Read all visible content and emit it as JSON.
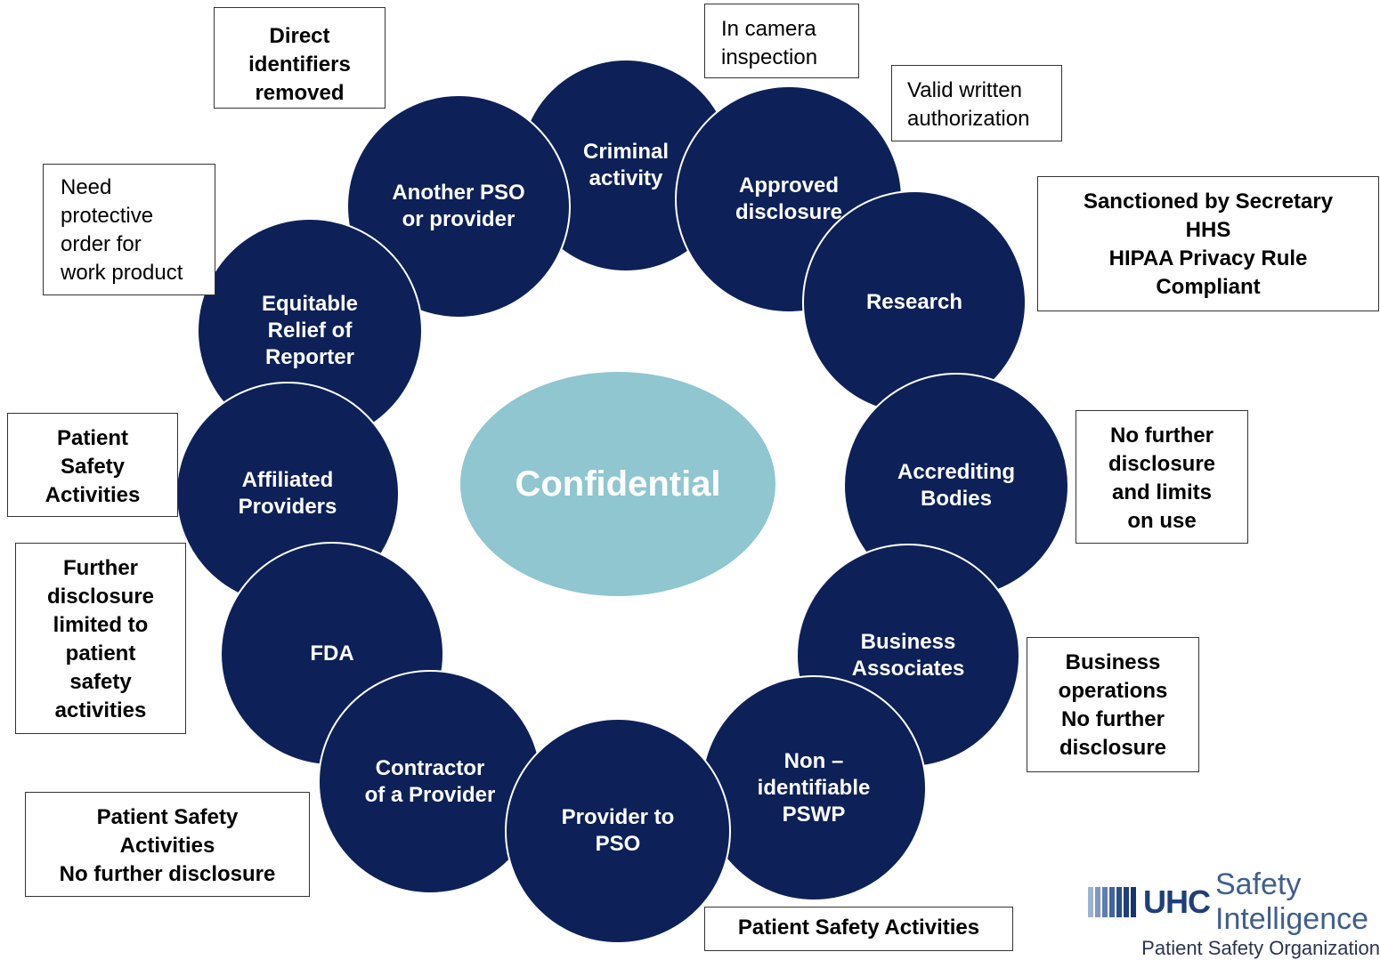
{
  "center": {
    "label": "Confidential"
  },
  "circles": [
    {
      "id": "criminal-activity",
      "label": "Criminal\nactivity"
    },
    {
      "id": "another-pso",
      "label": "Another PSO\nor provider"
    },
    {
      "id": "approved-disclosure",
      "label": "Approved\ndisclosure"
    },
    {
      "id": "equitable-relief",
      "label": "Equitable\nRelief of\nReporter"
    },
    {
      "id": "research",
      "label": "Research"
    },
    {
      "id": "affiliated-providers",
      "label": "Affiliated\nProviders"
    },
    {
      "id": "accrediting-bodies",
      "label": "Accrediting\nBodies"
    },
    {
      "id": "fda",
      "label": "FDA"
    },
    {
      "id": "business-associates",
      "label": "Business\nAssociates"
    },
    {
      "id": "non-identifiable-pswp",
      "label": "Non –\nidentifiable\nPSWP"
    },
    {
      "id": "contractor-of-provider",
      "label": "Contractor\nof a Provider"
    },
    {
      "id": "provider-to-pso",
      "label": "Provider to\nPSO"
    }
  ],
  "notes": [
    {
      "id": "direct-identifiers",
      "text": "Direct\nidentifiers\nremoved"
    },
    {
      "id": "in-camera",
      "text": "In camera\ninspection"
    },
    {
      "id": "valid-written",
      "text": "Valid written\nauthorization"
    },
    {
      "id": "need-protective",
      "text": "Need\nprotective\norder for\nwork product"
    },
    {
      "id": "sanctioned",
      "text": "Sanctioned by Secretary\nHHS\nHIPAA Privacy Rule\nCompliant"
    },
    {
      "id": "patient-safety-activities-left",
      "text": "Patient\nSafety\nActivities"
    },
    {
      "id": "no-further-disclosure-limits",
      "text": "No further\ndisclosure\nand limits\non use"
    },
    {
      "id": "further-disclosure-limited",
      "text": "Further\ndisclosure\nlimited to\npatient\nsafety\nactivities"
    },
    {
      "id": "business-operations",
      "text": "Business\noperations\nNo further\ndisclosure"
    },
    {
      "id": "patient-safety-no-further",
      "text": "Patient Safety\nActivities\nNo further disclosure"
    },
    {
      "id": "patient-safety-bottom",
      "text": "Patient Safety Activities"
    }
  ],
  "logo": {
    "brand": "UHC",
    "product": "Safety Intelligence",
    "tagline": "Patient Safety Organization"
  },
  "colors": {
    "circle": "#0d2158",
    "center": "#8fc6cf",
    "circle_text": "#ffffff"
  }
}
